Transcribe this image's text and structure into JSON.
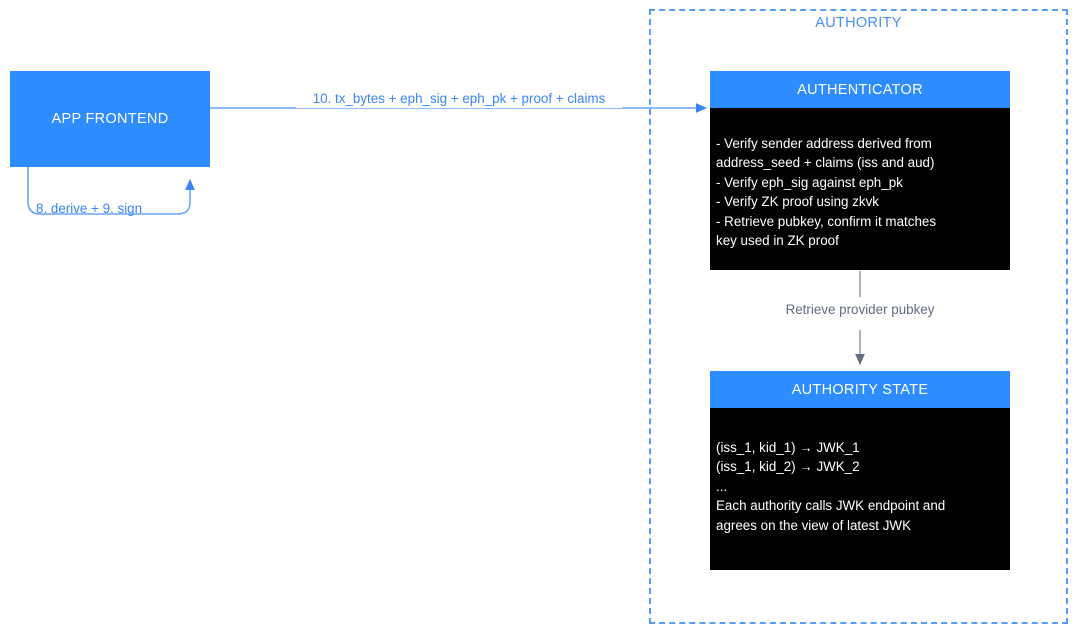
{
  "diagram": {
    "title_group": "AUTHORITY",
    "nodes": {
      "app_frontend": {
        "label": "APP FRONTEND",
        "color": "#2d8cff",
        "text_color": "#ffffff"
      },
      "authenticator": {
        "header": "AUTHENTICATOR",
        "header_color": "#2d8cff",
        "body_color": "#000000",
        "body_lines": [
          "- Verify sender address derived from",
          "address_seed + claims (iss and aud)",
          "- Verify eph_sig against eph_pk",
          "- Verify ZK proof using zkvk",
          "- Retrieve pubkey, confirm it matches",
          "key used in ZK proof"
        ]
      },
      "authority_state": {
        "header": "AUTHORITY STATE",
        "header_color": "#2d8cff",
        "body_color": "#000000",
        "body_lines": [
          "(iss_1, kid_1) → JWK_1",
          "(iss_1, kid_2) → JWK_2",
          "...",
          "Each authority calls JWK endpoint and",
          "agrees on the view of latest JWK"
        ]
      }
    },
    "edges": {
      "frontend_to_authenticator": {
        "label": "10. tx_bytes + eph_sig + eph_pk + proof + claims",
        "color": "#3a86f7"
      },
      "frontend_self_loop": {
        "label": "8. derive + 9. sign",
        "color": "#3a86f7"
      },
      "authenticator_to_state": {
        "label": "Retrieve provider pubkey",
        "color": "#606d80"
      }
    },
    "colors": {
      "accent_blue": "#2d8cff",
      "link_blue": "#3a86f7",
      "dashed_blue": "#5b9bf8",
      "gray": "#606d80",
      "black": "#000000",
      "white": "#ffffff"
    }
  }
}
